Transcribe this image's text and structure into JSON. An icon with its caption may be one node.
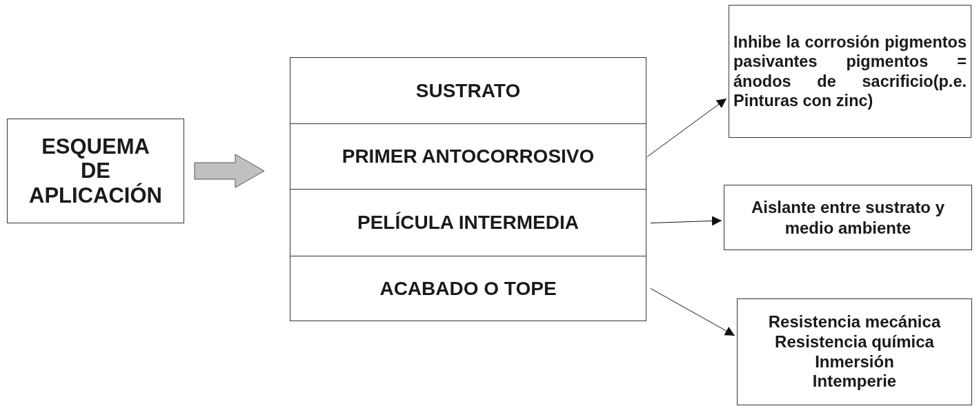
{
  "diagram": {
    "nodes": [
      {
        "text": [
          "ESQUEMA DE APLICACIÓN"
        ]
      },
      {
        "text": [],
        "shape": "box"
      },
      {
        "text": [
          "SUSTRATO"
        ],
        "in": 1
      },
      {
        "text": [
          "PRIMER ANTOCORROSIVO"
        ],
        "in": 1
      },
      {
        "text": [
          "PELÍCULA INTERMEDIA"
        ],
        "in": 1
      },
      {
        "text": [
          "ACABADO O TOPE"
        ],
        "in": 1
      },
      {
        "text": [
          "Inhibe la corrosión pigmentos pasivantes pigmentos = ánodos de sacrificio(p.e. Pinturas con zinc)"
        ]
      },
      {
        "text": [
          "Aislante entre sustrato y medio ambiente"
        ]
      },
      {
        "text": [
          "Resistencia mecánica",
          "Resistencia química",
          "Inmersión",
          "Intemperie"
        ]
      }
    ],
    "edges": [
      {
        "from": 0,
        "to": 1,
        "arrow": "to",
        "style": "thick",
        "color": "#c0c0c0"
      },
      {
        "from": 3,
        "to": 6,
        "arrow": "to"
      },
      {
        "from": 4,
        "to": 7,
        "arrow": "to"
      },
      {
        "from": 5,
        "to": 8,
        "arrow": "to"
      }
    ]
  }
}
